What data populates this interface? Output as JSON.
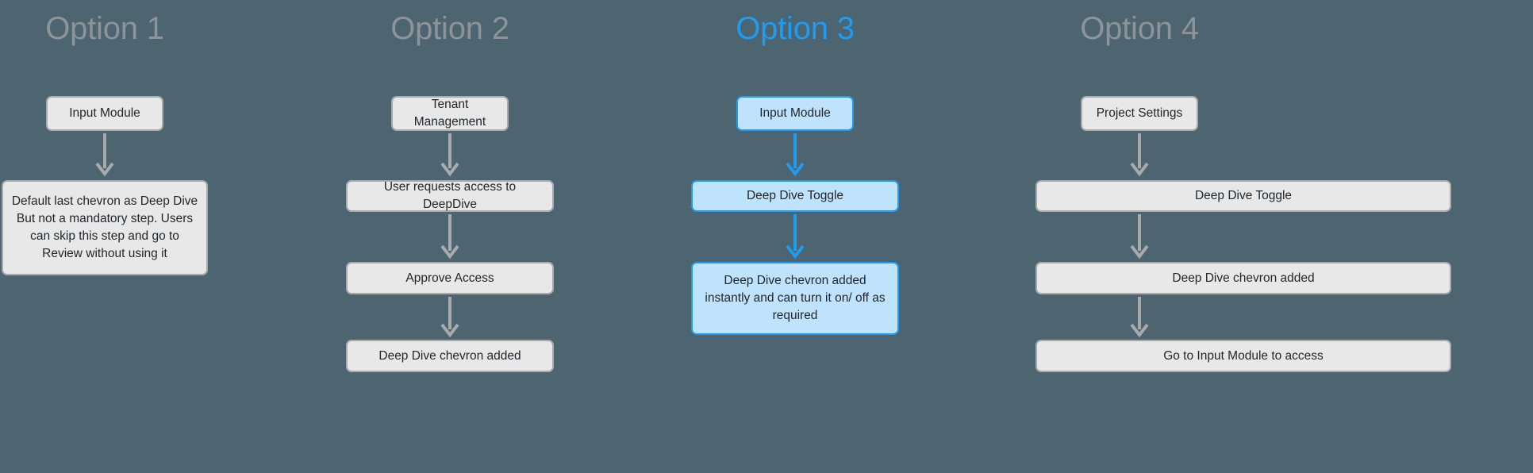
{
  "diagram": {
    "background_color": "#4c6570",
    "type": "flowchart-comparison",
    "node_fill": "#e8e8e8",
    "node_border": "#a9aaac",
    "accent_fill": "#bfe3fc",
    "accent_color": "#1f9cf0",
    "arrow_color": "#a9aaac",
    "title_color": "#8d9398",
    "columns": [
      {
        "id": "option-1",
        "title": "Option 1",
        "highlighted": false,
        "nodes": [
          {
            "label": "Input Module"
          },
          {
            "label": "Default last chevron as Deep Dive But not a mandatory step. Users can skip this step and go to Review without using it"
          }
        ]
      },
      {
        "id": "option-2",
        "title": "Option 2",
        "highlighted": false,
        "nodes": [
          {
            "label": "Tenant Management"
          },
          {
            "label": "User requests access to DeepDive"
          },
          {
            "label": "Approve Access"
          },
          {
            "label": "Deep Dive chevron added"
          }
        ]
      },
      {
        "id": "option-3",
        "title": "Option 3",
        "highlighted": true,
        "nodes": [
          {
            "label": "Input Module"
          },
          {
            "label": "Deep Dive Toggle"
          },
          {
            "label": "Deep Dive chevron added instantly and can turn it on/ off as required"
          }
        ]
      },
      {
        "id": "option-4",
        "title": "Option 4",
        "highlighted": false,
        "nodes": [
          {
            "label": "Project Settings"
          },
          {
            "label": "Deep Dive Toggle"
          },
          {
            "label": "Deep Dive chevron added"
          },
          {
            "label": "Go to Input Module to access"
          }
        ]
      }
    ]
  }
}
